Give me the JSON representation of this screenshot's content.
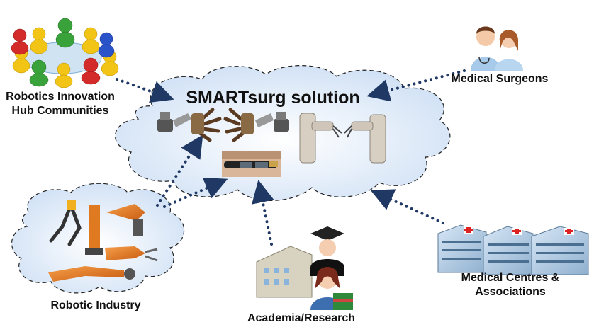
{
  "center_title": "SMARTsurg solution",
  "stakeholders": {
    "hub": "Robotics Innovation Hub Communities",
    "surgeons": "Medical Surgeons",
    "industry": "Robotic Industry",
    "academia": "Academia/Research",
    "centres": "Medical Centres & Associations"
  },
  "colors": {
    "arrow": "#1f3864",
    "cloud_fill": "#dce9f8",
    "cloud_stroke": "#222222"
  },
  "icons": [
    "people-circle-icon",
    "surgeons-icon",
    "robot-arms-icon",
    "hospital-icon",
    "university-graduate-icon",
    "robotic-hands-icon",
    "smart-glasses-icon",
    "surgical-robot-icon"
  ]
}
